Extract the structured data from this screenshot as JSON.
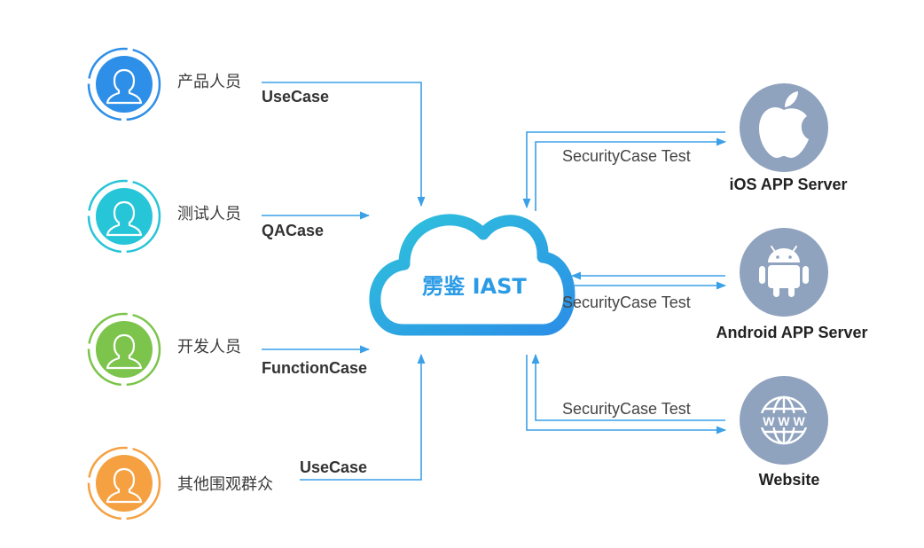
{
  "colors": {
    "product": "#2e8fe8",
    "tester": "#26c5d8",
    "developer": "#7cc44b",
    "others": "#f5a142",
    "server": "#8fa2be",
    "line": "#3aa0e8",
    "cloud_inner": "#2b9be6",
    "cloud_outer": "#2fc2dc"
  },
  "cloud": {
    "label": "雳鉴 IAST"
  },
  "roles": [
    {
      "name": "产品人员",
      "case": "UseCase",
      "icon": "user-icon"
    },
    {
      "name": "测试人员",
      "case": "QACase",
      "icon": "user-icon"
    },
    {
      "name": "开发人员",
      "case": "FunctionCase",
      "icon": "user-icon"
    },
    {
      "name": "其他围观群众",
      "case": "UseCase",
      "icon": "user-icon"
    }
  ],
  "servers": [
    {
      "name": "iOS APP Server",
      "flow_label": "SecurityCase Test",
      "icon": "apple-icon"
    },
    {
      "name": "Android APP Server",
      "flow_label": "SecurityCase Test",
      "icon": "android-icon"
    },
    {
      "name": "Website",
      "flow_label": "SecurityCase Test",
      "icon": "globe-www-icon"
    }
  ]
}
